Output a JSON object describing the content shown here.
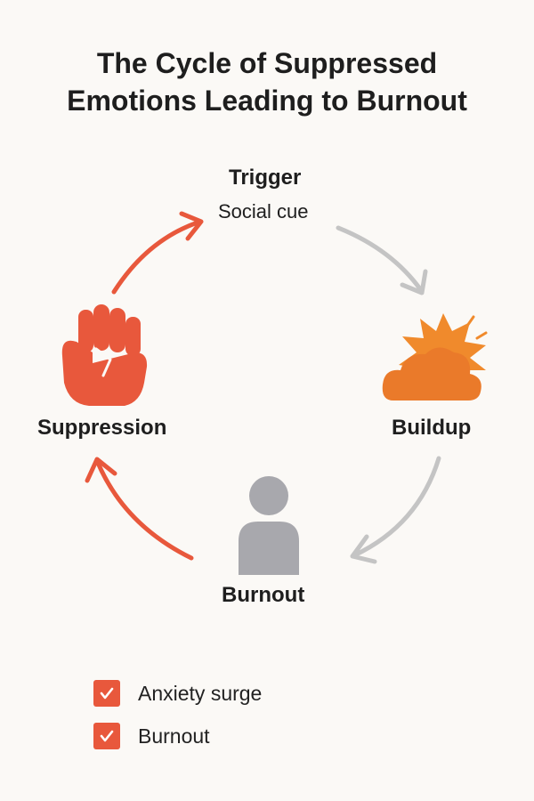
{
  "title": {
    "line1": "The Cycle of Suppressed",
    "line2": "Emotions Leading to Burnout"
  },
  "nodes": {
    "trigger": {
      "label": "Trigger",
      "sub": "Social cue",
      "icon": "none"
    },
    "buildup": {
      "label": "Buildup",
      "icon": "sun-behind-cloud-icon"
    },
    "burnout": {
      "label": "Burnout",
      "icon": "person-icon"
    },
    "suppression": {
      "label": "Suppression",
      "icon": "raised-fist-icon"
    }
  },
  "legend": [
    {
      "text": "Anxiety surge",
      "icon": "checkbox-checked-icon"
    },
    {
      "text": "Burnout",
      "icon": "checkbox-checked-icon"
    }
  ],
  "colors": {
    "accent": "#e8583c",
    "arrow_gray": "#c4c4c4",
    "icon_gray": "#a8a8ad",
    "sun_orange": "#f08a2c"
  }
}
